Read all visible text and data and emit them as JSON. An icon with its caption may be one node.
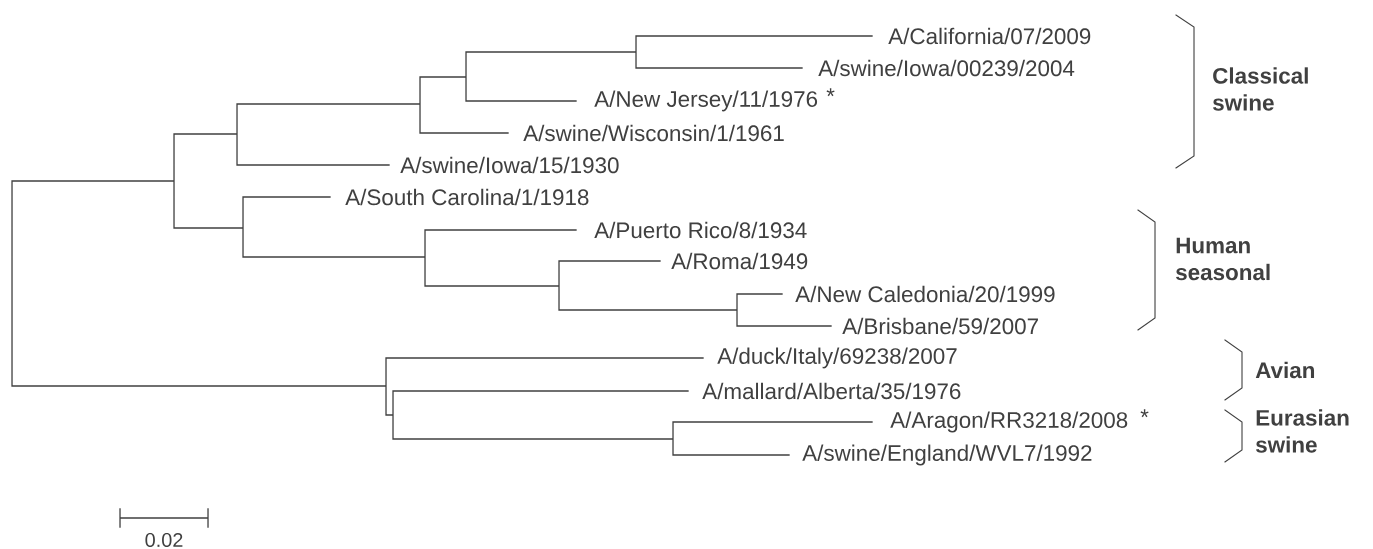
{
  "diagram": {
    "labels": [
      "A/California/07/2009",
      "A/swine/Iowa/00239/2004",
      "A/New Jersey/11/1976",
      "*",
      "A/swine/Wisconsin/1/1961",
      "A/swine/Iowa/15/1930",
      "A/South Carolina/1/1918",
      "A/Puerto Rico/8/1934",
      "A/Roma/1949",
      "A/New Caledonia/20/1999",
      "A/Brisbane/59/2007",
      "A/duck/Italy/69238/2007",
      "A/mallard/Alberta/35/1976",
      "A/Aragon/RR3218/2008",
      "*",
      "A/swine/England/WVL7/1992",
      "Classical swine",
      "Human seasonal",
      "Avian",
      "Eurasian swine",
      "0.02"
    ]
  }
}
